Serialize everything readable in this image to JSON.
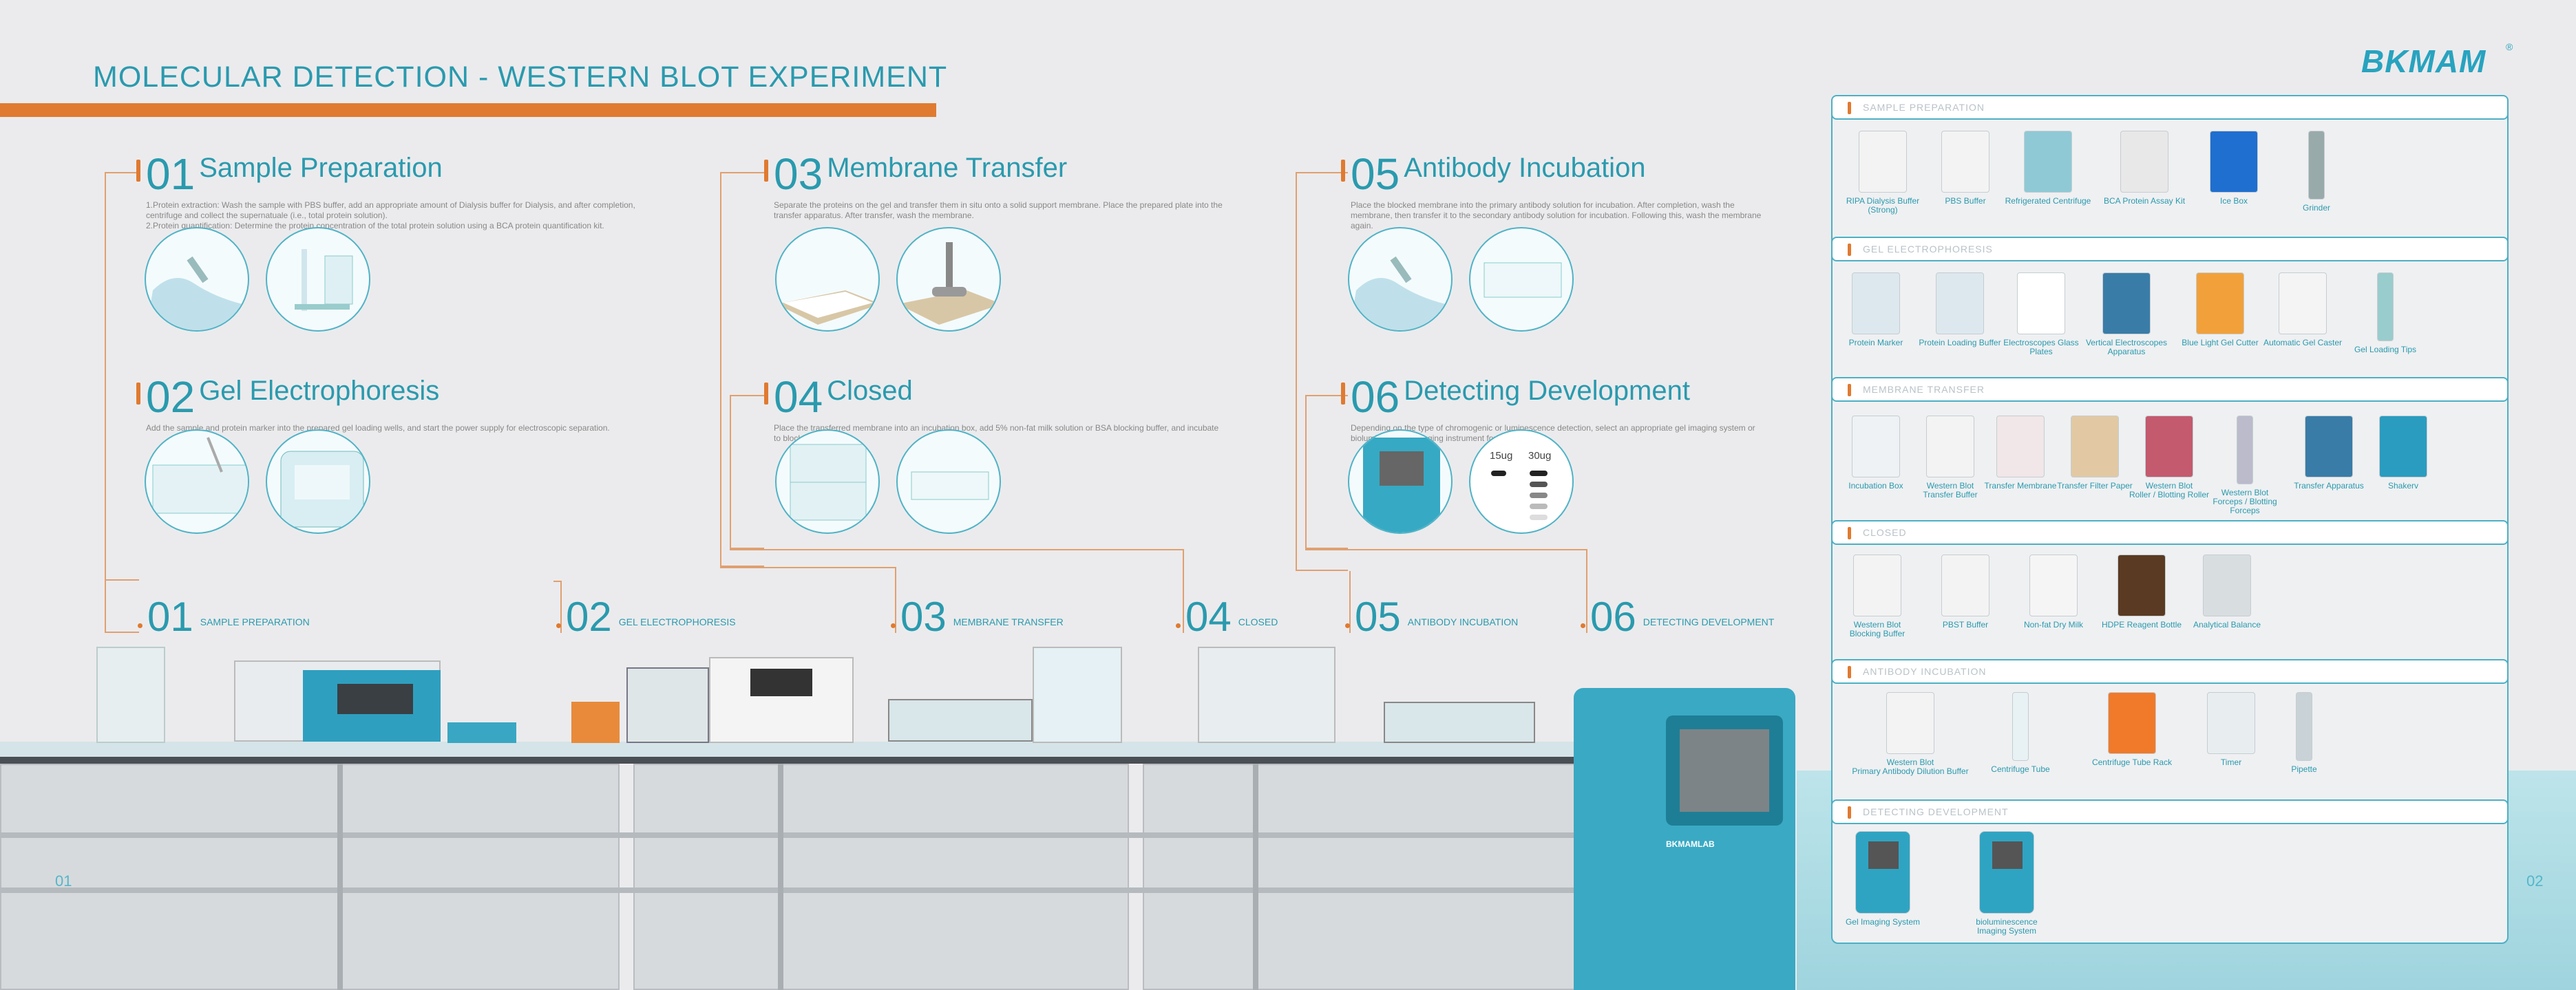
{
  "title": "MOLECULAR DETECTION - WESTERN BLOT EXPERIMENT",
  "brand": {
    "logo": "BKMAM",
    "registered": "®",
    "machine_label": "BKMAMLAB"
  },
  "page_numbers": {
    "left": "01",
    "right": "02"
  },
  "steps": [
    {
      "num": "01",
      "name": "Sample Preparation",
      "desc": "1.Protein extraction:  Wash the sample with PBS buffer, add an appropriate amount of Dialysis buffer for Dialysis, and after completion,\ncentrifuge and collect the supernatuale (i.e., total protein solution).\n2.Protein quantification: Determine the protein concentration of the total protein solution using a BCA protein quantification kit."
    },
    {
      "num": "02",
      "name": "Gel Electrophoresis",
      "desc": "Add the sample and protein marker into the prepared gel loading wells, and start the power supply for electroscopic separation."
    },
    {
      "num": "03",
      "name": "Membrane Transfer",
      "desc": "Separate the proteins on the gel and transfer them in situ onto a solid support membrane. Place the prepared plate into the\ntransfer apparatus. After transfer, wash the membrane."
    },
    {
      "num": "04",
      "name": "Closed",
      "desc": "Place the transferred membrane into an incubation box, add 5% non-fat milk solution or BSA blocking buffer, and incubate\nto block."
    },
    {
      "num": "05",
      "name": "Antibody Incubation",
      "desc": "Place the blocked membrane into the primary antibody solution for incubation. After completion, wash the\nmembrane, then transfer it to the secondary antibody solution for incubation. Following this, wash the membrane\nagain."
    },
    {
      "num": "06",
      "name": "Detecting Development",
      "desc": "Depending on the type of chromogenic or luminescence detection, select an appropriate gel imaging system or\nbioluminescence imaging instrument for visualization."
    }
  ],
  "gel_labels": {
    "a": "15ug",
    "b": "30ug"
  },
  "bench_labels": [
    {
      "num": "01",
      "label": "SAMPLE PREPARATION"
    },
    {
      "num": "02",
      "label": "GEL ELECTROPHORESIS"
    },
    {
      "num": "03",
      "label": "MEMBRANE TRANSFER"
    },
    {
      "num": "04",
      "label": "CLOSED"
    },
    {
      "num": "05",
      "label": "ANTIBODY INCUBATION"
    },
    {
      "num": "06",
      "label": "DETECTING DEVELOPMENT"
    }
  ],
  "sections": [
    {
      "title": "SAMPLE PREPARATION",
      "items": [
        {
          "label": "RIPA Dialysis Buffer (Strong)",
          "icon": "bottle-icon"
        },
        {
          "label": "PBS Buffer",
          "icon": "bottle-icon"
        },
        {
          "label": "Refrigerated Centrifuge",
          "icon": "centrifuge-icon"
        },
        {
          "label": "BCA Protein Assay Kit",
          "icon": "kit-icon"
        },
        {
          "label": "Ice Box",
          "icon": "ice-box-icon"
        },
        {
          "label": "Grinder",
          "icon": "grinder-icon"
        }
      ]
    },
    {
      "title": "GEL ELECTROPHORESIS",
      "items": [
        {
          "label": "Protein Marker",
          "icon": "reagent-pack-icon"
        },
        {
          "label": "Protein Loading Buffer",
          "icon": "reagent-pack-icon"
        },
        {
          "label": "Electroscopes Glass Plates",
          "icon": "glass-plate-icon"
        },
        {
          "label": "Vertical Electroscopes Apparatus",
          "icon": "electrophoresis-tank-icon"
        },
        {
          "label": "Blue Light Gel Cutter",
          "icon": "gel-cutter-icon"
        },
        {
          "label": "Automatic Gel Caster",
          "icon": "gel-caster-icon"
        },
        {
          "label": "Gel Loading Tips",
          "icon": "tips-icon"
        }
      ]
    },
    {
      "title": "MEMBRANE TRANSFER",
      "items": [
        {
          "label": "Incubation Box",
          "icon": "incubation-box-icon"
        },
        {
          "label": "Western Blot\nTransfer Buffer",
          "icon": "bottle-icon"
        },
        {
          "label": "Transfer Membrane",
          "icon": "membrane-icon"
        },
        {
          "label": "Transfer Filter Paper",
          "icon": "filter-paper-icon"
        },
        {
          "label": "Western Blot\nRoller / Blotting Roller",
          "icon": "roller-icon"
        },
        {
          "label": "Western Blot\nForceps / Blotting Forceps",
          "icon": "forceps-icon"
        },
        {
          "label": "Transfer Apparatus",
          "icon": "transfer-apparatus-icon"
        },
        {
          "label": "Shakerv",
          "icon": "shaker-icon"
        }
      ]
    },
    {
      "title": "CLOSED",
      "items": [
        {
          "label": "Western Blot\nBlocking Buffer",
          "icon": "bottle-icon"
        },
        {
          "label": "PBST Buffer",
          "icon": "bottle-icon"
        },
        {
          "label": "Non-fat Dry Milk",
          "icon": "milk-jar-icon"
        },
        {
          "label": "HDPE Reagent Bottle",
          "icon": "reagent-bottle-icon"
        },
        {
          "label": "Analytical Balance",
          "icon": "balance-icon"
        }
      ]
    },
    {
      "title": "ANTIBODY INCUBATION",
      "items": [
        {
          "label": "Western Blot\nPrimary Antibody Dilution Buffer",
          "icon": "bottle-icon"
        },
        {
          "label": "Centrifuge Tube",
          "icon": "tube-icon"
        },
        {
          "label": "Centrifuge Tube Rack",
          "icon": "tube-rack-icon"
        },
        {
          "label": "Timer",
          "icon": "timer-icon"
        },
        {
          "label": "Pipette",
          "icon": "pipette-icon"
        }
      ]
    },
    {
      "title": "DETECTING DEVELOPMENT",
      "items": [
        {
          "label": "Gel Imaging System",
          "icon": "imaging-system-icon"
        },
        {
          "label": "bioluminescence Imaging System",
          "icon": "imaging-system-icon"
        }
      ]
    }
  ]
}
